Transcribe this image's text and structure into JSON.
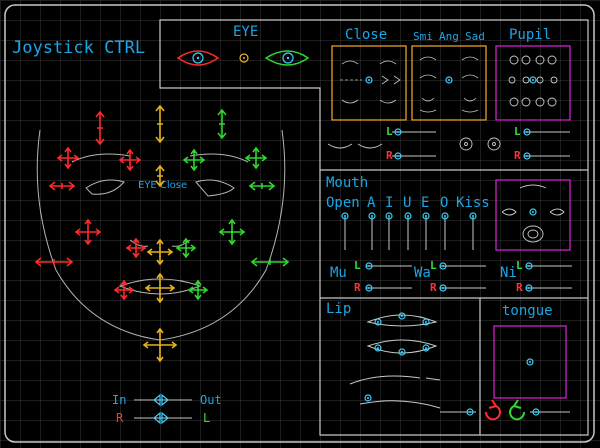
{
  "title": "Joystick CTRL",
  "sections": {
    "eye": "EYE",
    "close": "Close",
    "expressions": [
      "Smi",
      "Ang",
      "Sad"
    ],
    "pupil": "Pupil",
    "mouth": "Mouth",
    "open": "Open",
    "vowels": [
      "A",
      "I",
      "U",
      "E",
      "O"
    ],
    "kiss": "Kiss",
    "mu": "Mu",
    "wa": "Wa",
    "ni": "Ni",
    "lip": "Lip",
    "tongue": "tongue",
    "eye_close_face": "EYE Close"
  },
  "side_labels": {
    "left": "L",
    "right": "R"
  },
  "jaw_slider": {
    "in": "In",
    "out": "Out",
    "r": "R",
    "l": "L"
  },
  "colors": {
    "background": "#000000",
    "grid": "#3a3a3a",
    "frame": "#c8c8c8",
    "label": "#1aa6e6",
    "red": "#ff2a2a",
    "green": "#2ed82e",
    "yellow": "#e6b420",
    "orange_box": "#e6a020",
    "magenta_box": "#d020d0",
    "control": "#3ad0ff"
  }
}
